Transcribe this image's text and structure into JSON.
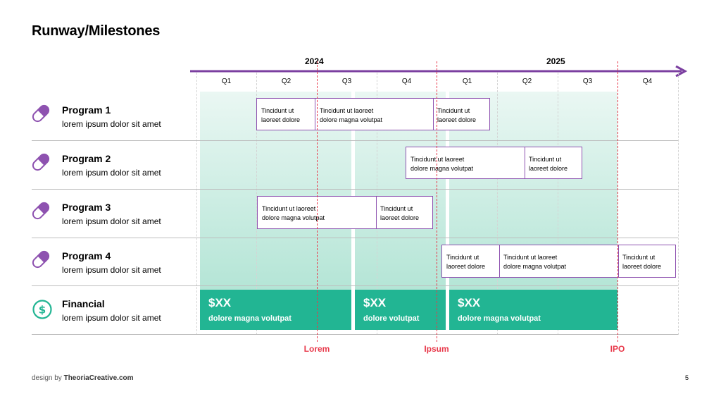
{
  "title": "Runway/Milestones",
  "years": [
    "2024",
    "2025"
  ],
  "quarters": [
    "Q1",
    "Q2",
    "Q3",
    "Q4",
    "Q1",
    "Q2",
    "Q3",
    "Q4"
  ],
  "rows": [
    {
      "title": "Program 1",
      "subtitle": "lorem ipsum dolor sit amet",
      "icon": "pill-icon"
    },
    {
      "title": "Program 2",
      "subtitle": "lorem ipsum dolor sit amet",
      "icon": "pill-icon"
    },
    {
      "title": "Program 3",
      "subtitle": "lorem ipsum dolor sit amet",
      "icon": "pill-icon"
    },
    {
      "title": "Program 4",
      "subtitle": "lorem ipsum dolor sit amet",
      "icon": "pill-icon"
    },
    {
      "title": "Financial",
      "subtitle": "lorem ipsum dolor sit amet",
      "icon": "dollar-coin-icon"
    }
  ],
  "milestones": {
    "p1": [
      "Tincidunt ut\nlaoreet dolore",
      "Tincidunt ut laoreet\ndolore magna volutpat",
      "Tincidunt ut\nlaoreet dolore"
    ],
    "p2": [
      "Tincidunt ut laoreet\ndolore magna volutpat",
      "Tincidunt ut\nlaoreet dolore"
    ],
    "p3": [
      "Tincidunt ut laoreet\ndolore magna volutpat",
      "Tincidunt ut\nlaoreet dolore"
    ],
    "p4": [
      "Tincidunt ut\nlaoreet dolore",
      "Tincidunt ut laoreet\ndolore magna volutpat",
      "Tincidunt ut\nlaoreet dolore"
    ]
  },
  "financial": [
    {
      "amount": "$XX",
      "desc": "dolore magna volutpat"
    },
    {
      "amount": "$XX",
      "desc": "dolore volutpat"
    },
    {
      "amount": "$XX",
      "desc": "dolore magna volutpat"
    }
  ],
  "markers": [
    "Lorem",
    "Ipsum",
    "IPO"
  ],
  "footer": {
    "prefix": "design by ",
    "brand": "TheoriaCreative.com"
  },
  "page_number": "5",
  "colors": {
    "purple": "#8e52b0",
    "teal": "#22b593",
    "red": "#e8394b",
    "band_light": "#eaf7f3",
    "band_dark": "#b4e5d6"
  }
}
